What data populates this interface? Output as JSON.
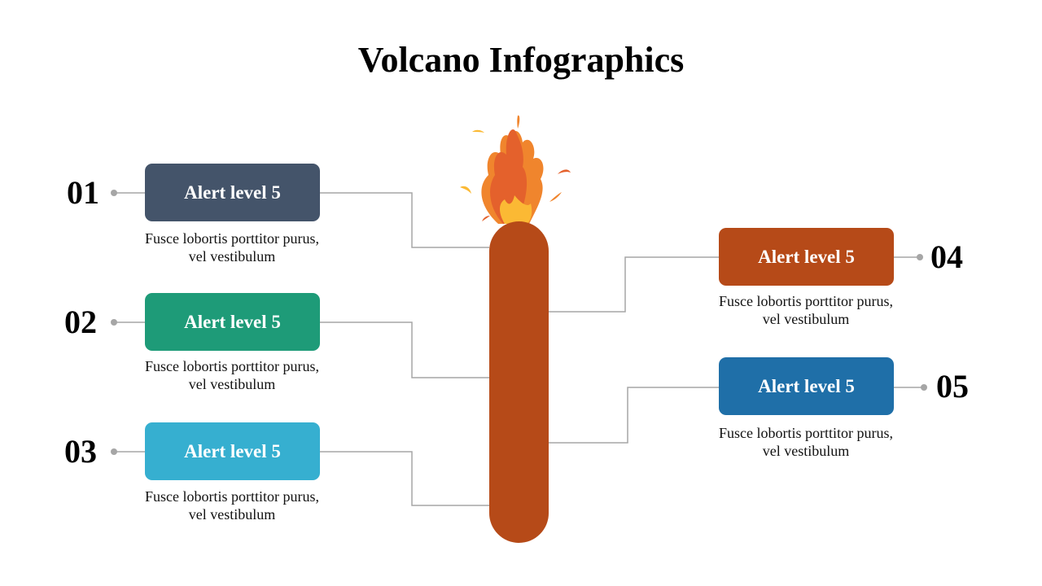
{
  "title": "Volcano Infographics",
  "items": [
    {
      "number": "01",
      "label": "Alert level 5",
      "description": "Fusce lobortis porttitor purus, vel vestibulum",
      "color": "#44546a"
    },
    {
      "number": "02",
      "label": "Alert level 5",
      "description": "Fusce lobortis porttitor purus, vel vestibulum",
      "color": "#1e9b78"
    },
    {
      "number": "03",
      "label": "Alert level 5",
      "description": "Fusce lobortis porttitor purus, vel vestibulum",
      "color": "#36afd0"
    },
    {
      "number": "04",
      "label": "Alert level 5",
      "description": "Fusce lobortis porttitor purus, vel vestibulum",
      "color": "#b64a18"
    },
    {
      "number": "05",
      "label": "Alert level 5",
      "description": "Fusce lobortis porttitor purus, vel vestibulum",
      "color": "#1f6fa8"
    }
  ],
  "volcano_color": "#b64a18"
}
